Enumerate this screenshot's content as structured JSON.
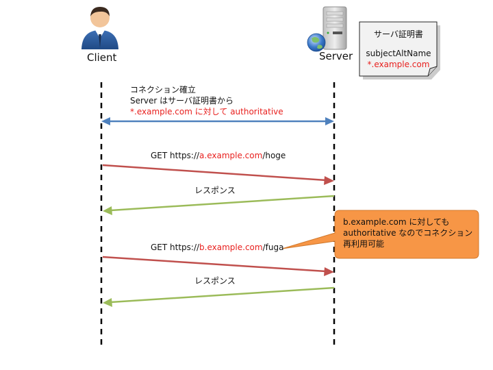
{
  "actors": {
    "client": "Client",
    "server": "Server"
  },
  "certificate": {
    "title": "サーバ証明書",
    "san_label": "subjectAltName",
    "san_value": "*.example.com"
  },
  "connect": {
    "line1": "コネクション確立",
    "line2": "Server はサーバ証明書から",
    "line3_red": "*.example.com に対して",
    "line3_rest": " authoritative"
  },
  "request1": {
    "prefix": "GET https://",
    "host": "a.example.com",
    "suffix": "/hoge"
  },
  "response1": "レスポンス",
  "request2": {
    "prefix": "GET https://",
    "host": "b.example.com",
    "suffix": "/fuga"
  },
  "response2": "レスポンス",
  "callout": {
    "line1": "b.example.com に対しても",
    "line2": "authoritative なのでコネクション",
    "line3": "再利用可能"
  },
  "colors": {
    "connect_arrow": "#4f81bd",
    "request_arrow": "#c0504d",
    "response_arrow": "#9bbb59",
    "callout_fill": "#f79646",
    "highlight_text": "#e8201e"
  }
}
